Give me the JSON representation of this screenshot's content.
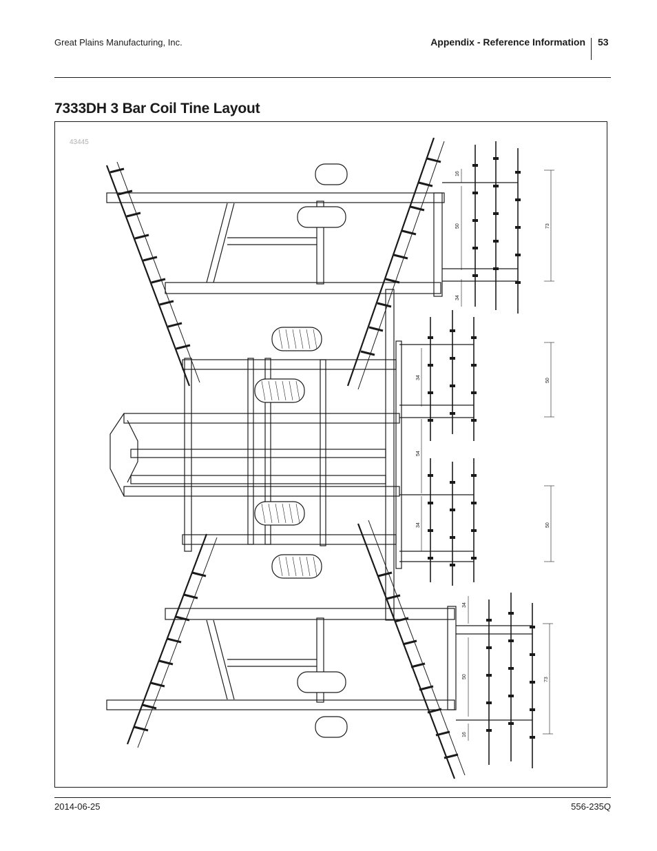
{
  "header": {
    "company": "Great Plains Manufacturing, Inc.",
    "section": "Appendix - Reference Information",
    "page_number": "53"
  },
  "title": "7333DH 3 Bar Coil Tine Layout",
  "figure": {
    "number": "43445",
    "dimensions": {
      "d16a": "16",
      "d50a": "50",
      "d73a": "73",
      "d34a": "34",
      "d50b": "50",
      "d34b": "34",
      "d54": "54",
      "d34c": "34",
      "d50c": "50",
      "d34d": "34",
      "d50d": "50",
      "d73b": "73",
      "d16b": "16"
    }
  },
  "footer": {
    "date": "2014-06-25",
    "doc_number": "556-235Q"
  }
}
